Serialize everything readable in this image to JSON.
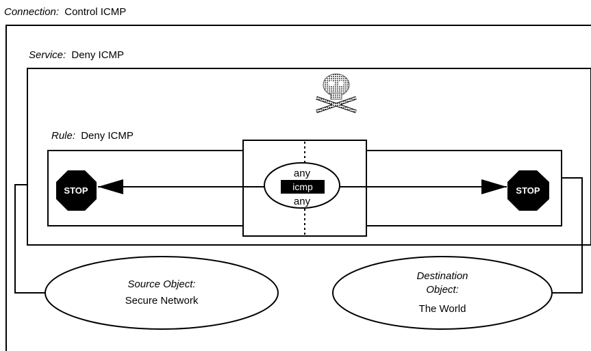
{
  "connection": {
    "prefix": "Connection:",
    "name": "Control ICMP"
  },
  "service": {
    "prefix": "Service:",
    "name": "Deny ICMP"
  },
  "rule": {
    "prefix": "Rule:",
    "name": "Deny ICMP"
  },
  "filter": {
    "top": "any",
    "protocol": "icmp",
    "bottom": "any"
  },
  "stop_signs": {
    "left": "STOP",
    "right": "STOP"
  },
  "source": {
    "line1": "Source Object:",
    "line2": "Secure Network"
  },
  "destination": {
    "line1": "Destination",
    "line2": "Object:",
    "line3": "The World"
  },
  "icons": {
    "deny": "skull-crossbones-icon",
    "stop": "stop-sign-icon"
  }
}
